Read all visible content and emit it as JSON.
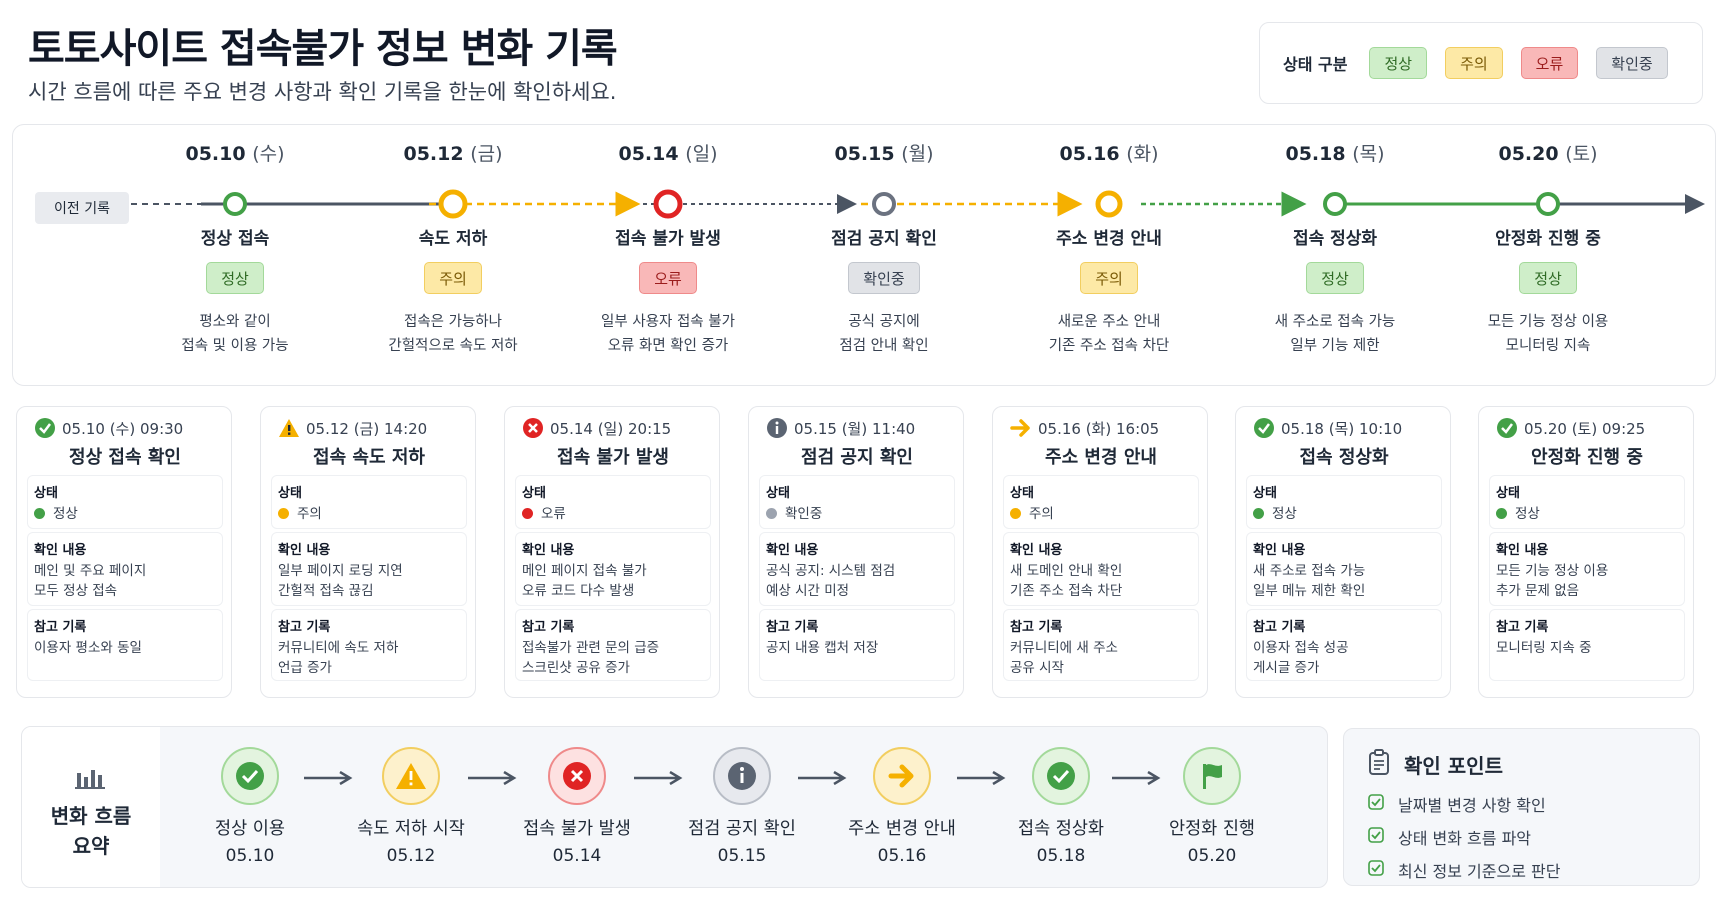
{
  "header": {
    "title": "토토사이트 접속불가 정보 변화 기록",
    "subtitle": "시간 흐름에 따른 주요 변경 사항과 확인 기록을 한눈에 확인하세요."
  },
  "legend": {
    "title": "상태 구분",
    "items": [
      "정상",
      "주의",
      "오류",
      "확인중"
    ]
  },
  "colors": {
    "normal": "#43a047",
    "warn": "#f5b000",
    "error": "#e02424",
    "check": "#6b7280",
    "line": "#4b5563"
  },
  "timeline": {
    "prev_label": "이전 기록",
    "nodes": [
      {
        "date": "05.10",
        "day": "(수)",
        "event": "정상 접속",
        "status": "정상",
        "desc1": "평소와 같이",
        "desc2": "접속 및 이용 가능"
      },
      {
        "date": "05.12",
        "day": "(금)",
        "event": "속도 저하",
        "status": "주의",
        "desc1": "접속은 가능하나",
        "desc2": "간헐적으로 속도 저하"
      },
      {
        "date": "05.14",
        "day": "(일)",
        "event": "접속 불가 발생",
        "status": "오류",
        "desc1": "일부 사용자 접속 불가",
        "desc2": "오류 화면 확인 증가"
      },
      {
        "date": "05.15",
        "day": "(월)",
        "event": "점검 공지 확인",
        "status": "확인중",
        "desc1": "공식 공지에",
        "desc2": "점검 안내 확인"
      },
      {
        "date": "05.16",
        "day": "(화)",
        "event": "주소 변경 안내",
        "status": "주의",
        "desc1": "새로운 주소 안내",
        "desc2": "기존 주소 접속 차단"
      },
      {
        "date": "05.18",
        "day": "(목)",
        "event": "접속 정상화",
        "status": "정상",
        "desc1": "새 주소로 접속 가능",
        "desc2": "일부 기능 제한"
      },
      {
        "date": "05.20",
        "day": "(토)",
        "event": "안정화 진행 중",
        "status": "정상",
        "desc1": "모든 기능 정상 이용",
        "desc2": "모니터링 지속"
      }
    ]
  },
  "cards": {
    "status_label": "상태",
    "confirm_label": "확인 내용",
    "ref_label": "참고 기록",
    "items": [
      {
        "icon": "check-circle-icon",
        "stamp": "05.10 (수) 09:30",
        "title": "정상 접속 확인",
        "status": "정상",
        "confirm1": "메인 및 주요 페이지",
        "confirm2": "모두 정상 접속",
        "ref1": "이용자 평소와 동일",
        "ref2": ""
      },
      {
        "icon": "warning-icon",
        "stamp": "05.12 (금) 14:20",
        "title": "접속 속도 저하",
        "status": "주의",
        "confirm1": "일부 페이지 로딩 지연",
        "confirm2": "간헐적 접속 끊김",
        "ref1": "커뮤니티에 속도 저하",
        "ref2": "언급 증가"
      },
      {
        "icon": "error-x-icon",
        "stamp": "05.14 (일) 20:15",
        "title": "접속 불가 발생",
        "status": "오류",
        "confirm1": "메인 페이지 접속 불가",
        "confirm2": "오류 코드 다수 발생",
        "ref1": "접속불가 관련 문의 급증",
        "ref2": "스크린샷 공유 증가"
      },
      {
        "icon": "info-icon",
        "stamp": "05.15 (월) 11:40",
        "title": "점검 공지 확인",
        "status": "확인중",
        "confirm1": "공식 공지: 시스템 점검",
        "confirm2": "예상 시간 미정",
        "ref1": "공지 내용 캡처 저장",
        "ref2": ""
      },
      {
        "icon": "arrow-right-icon",
        "stamp": "05.16 (화) 16:05",
        "title": "주소 변경 안내",
        "status": "주의",
        "confirm1": "새 도메인 안내 확인",
        "confirm2": "기존 주소 접속 차단",
        "ref1": "커뮤니티에 새 주소",
        "ref2": "공유 시작"
      },
      {
        "icon": "check-circle-icon",
        "stamp": "05.18 (목) 10:10",
        "title": "접속 정상화",
        "status": "정상",
        "confirm1": "새 주소로 접속 가능",
        "confirm2": "일부 메뉴 제한 확인",
        "ref1": "이용자 접속 성공",
        "ref2": "게시글 증가"
      },
      {
        "icon": "check-circle-icon",
        "stamp": "05.20 (토) 09:25",
        "title": "안정화 진행 중",
        "status": "정상",
        "confirm1": "모든 기능 정상 이용",
        "confirm2": "추가 문제 없음",
        "ref1": "모니터링 지속 중",
        "ref2": ""
      }
    ]
  },
  "summary": {
    "label_line1": "변화 흐름",
    "label_line2": "요약",
    "steps": [
      {
        "icon": "check-icon",
        "label": "정상 이용",
        "date": "05.10"
      },
      {
        "icon": "warning-icon",
        "label": "속도 저하 시작",
        "date": "05.12"
      },
      {
        "icon": "error-x-icon",
        "label": "접속 불가 발생",
        "date": "05.14"
      },
      {
        "icon": "info-icon",
        "label": "점검 공지 확인",
        "date": "05.15"
      },
      {
        "icon": "arrow-right-icon",
        "label": "주소 변경 안내",
        "date": "05.16"
      },
      {
        "icon": "check-icon",
        "label": "접속 정상화",
        "date": "05.18"
      },
      {
        "icon": "flag-icon",
        "label": "안정화 진행",
        "date": "05.20"
      }
    ]
  },
  "points": {
    "title": "확인 포인트",
    "items": [
      "날짜별 변경 사항 확인",
      "상태 변화 흐름 파악",
      "최신 정보 기준으로 판단"
    ]
  }
}
